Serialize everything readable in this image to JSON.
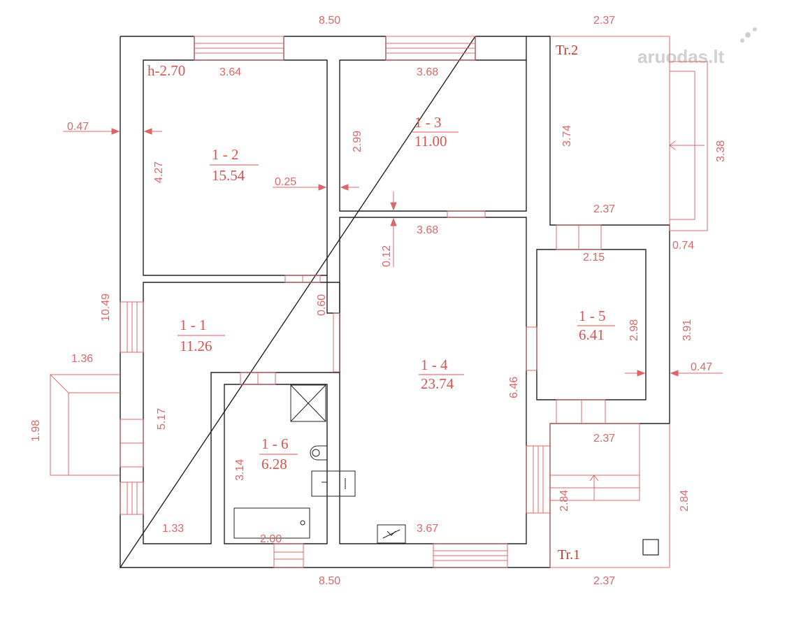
{
  "watermark": "aruodas.lt",
  "height_label": "h-2.70",
  "terraces": {
    "tr1": "Tr.1",
    "tr2": "Tr.2"
  },
  "rooms": {
    "r1_1": {
      "id": "1 - 1",
      "area": "11.26"
    },
    "r1_2": {
      "id": "1 - 2",
      "area": "15.54"
    },
    "r1_3": {
      "id": "1 - 3",
      "area": "11.00"
    },
    "r1_4": {
      "id": "1 - 4",
      "area": "23.74"
    },
    "r1_5": {
      "id": "1 - 5",
      "area": "6.41"
    },
    "r1_6": {
      "id": "1 - 6",
      "area": "6.28"
    }
  },
  "dims": {
    "top_overall": "8.50",
    "bottom_overall": "8.50",
    "top_tr2": "2.37",
    "bottom_tr1": "2.37",
    "r12_width": "3.64",
    "r13_width": "3.68",
    "r14_top": "3.68",
    "r14_bottom": "3.67",
    "wall_left": "0.47",
    "wall_right": "0.47",
    "r12_height": "4.27",
    "inner_wall": "0.25",
    "r13_height": "2.99",
    "partition": "0.12",
    "door_gap": "0.60",
    "overall_height": "10.49",
    "porch_width": "1.36",
    "porch_depth": "1.98",
    "r11_height": "5.17",
    "r11_width": "1.33",
    "r16_height": "3.14",
    "r16_width": "2.00",
    "r14_height": "6.46",
    "tr2_height": "3.74",
    "tr2_width": "2.37",
    "tr2_step_height": "3.38",
    "tr2_step_depth": "0.74",
    "r15_width": "2.15",
    "r15_height": "2.98",
    "right_block_height": "3.91",
    "tr1_width": "2.37",
    "tr1_height_inner": "2.84",
    "tr1_height_outer": "2.84"
  }
}
